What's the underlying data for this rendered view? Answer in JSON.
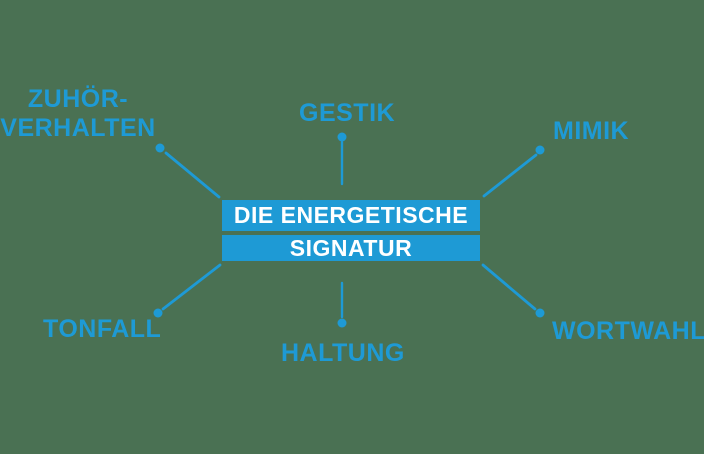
{
  "diagram": {
    "title": {
      "line1": "DIE ENERGETISCHE",
      "line2": "SIGNATUR"
    },
    "nodes": {
      "zuhoer_verhalten": {
        "line1": "ZUHÖR-",
        "line2": "VERHALTEN",
        "position": "top-left"
      },
      "gestik": {
        "label": "GESTIK",
        "position": "top-center"
      },
      "mimik": {
        "label": "MIMIK",
        "position": "top-right"
      },
      "tonfall": {
        "label": "TONFALL",
        "position": "bottom-left"
      },
      "haltung": {
        "label": "HALTUNG",
        "position": "bottom-center"
      },
      "wortwahl": {
        "label": "WORTWAHL",
        "position": "bottom-right"
      }
    },
    "colors": {
      "background": "#4a7153",
      "accent": "#1e9ad5",
      "title_text": "#ffffff"
    }
  }
}
